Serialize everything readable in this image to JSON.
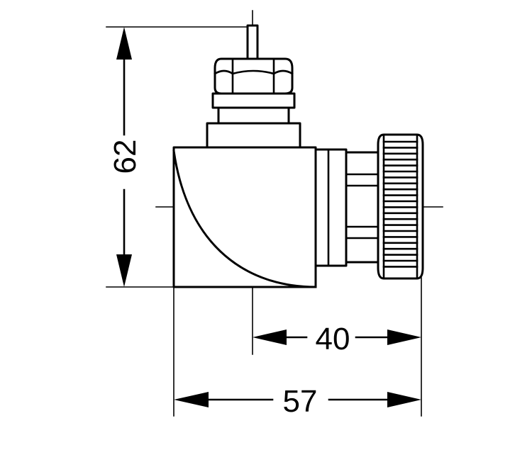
{
  "dimensions": {
    "height": "62",
    "offset": "40",
    "width": "57"
  }
}
